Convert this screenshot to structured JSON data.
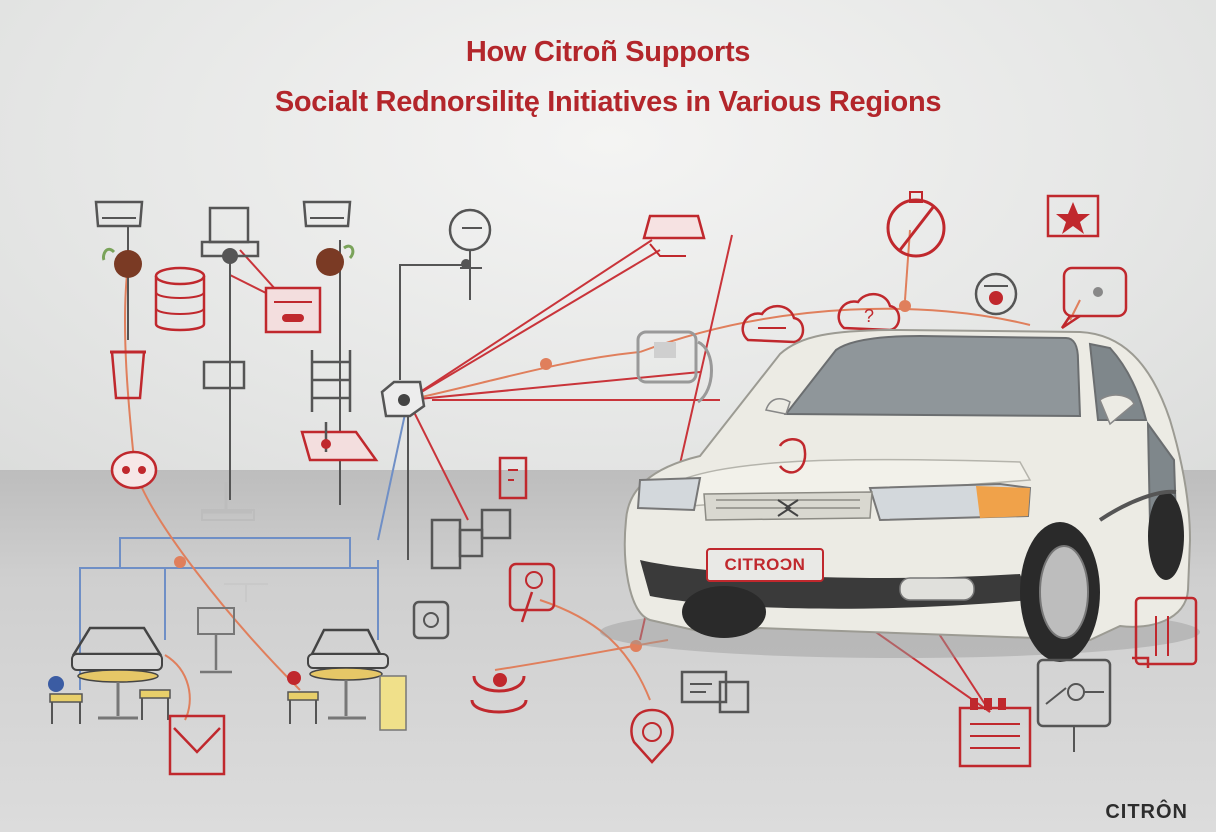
{
  "title": {
    "line1": "How Citroñ Supports",
    "line2": "Socialt Rednorsilitę Initiatives in Various Regions"
  },
  "car": {
    "plate_text": "CITROƆN"
  },
  "footer": {
    "brand": "CITRÔN"
  },
  "colors": {
    "title_red": "#b3262b",
    "icon_red": "#c0282d",
    "line_orange": "#e07f5c",
    "line_blue": "#6f8fc6",
    "icon_dark": "#555555",
    "car_body": "#ecebe4"
  },
  "icons": [
    "food-basket-icon",
    "monitor-stand-icon",
    "food-basket-icon",
    "database-icon",
    "document-tray-icon",
    "cup-icon",
    "monitor-icon",
    "ladder-icon",
    "signpost-icon",
    "coin-stack-icon",
    "hub-node-icon",
    "robot-head-icon",
    "car-badge-icon",
    "tablet-icon",
    "easel-icon",
    "flask-icon",
    "no-entry-icon",
    "star-banner-icon",
    "face-icon",
    "chat-bubble-icon",
    "question-cloud-icon",
    "seat-icon",
    "cart-icon",
    "location-pin-icon",
    "printer-icon",
    "dashboard-board-icon",
    "gear-display-icon",
    "mail-envelope-icon",
    "control-panel-icon",
    "battery-pack-icon",
    "door-panel-icon",
    "meeting-table-icon",
    "camera-icon"
  ]
}
